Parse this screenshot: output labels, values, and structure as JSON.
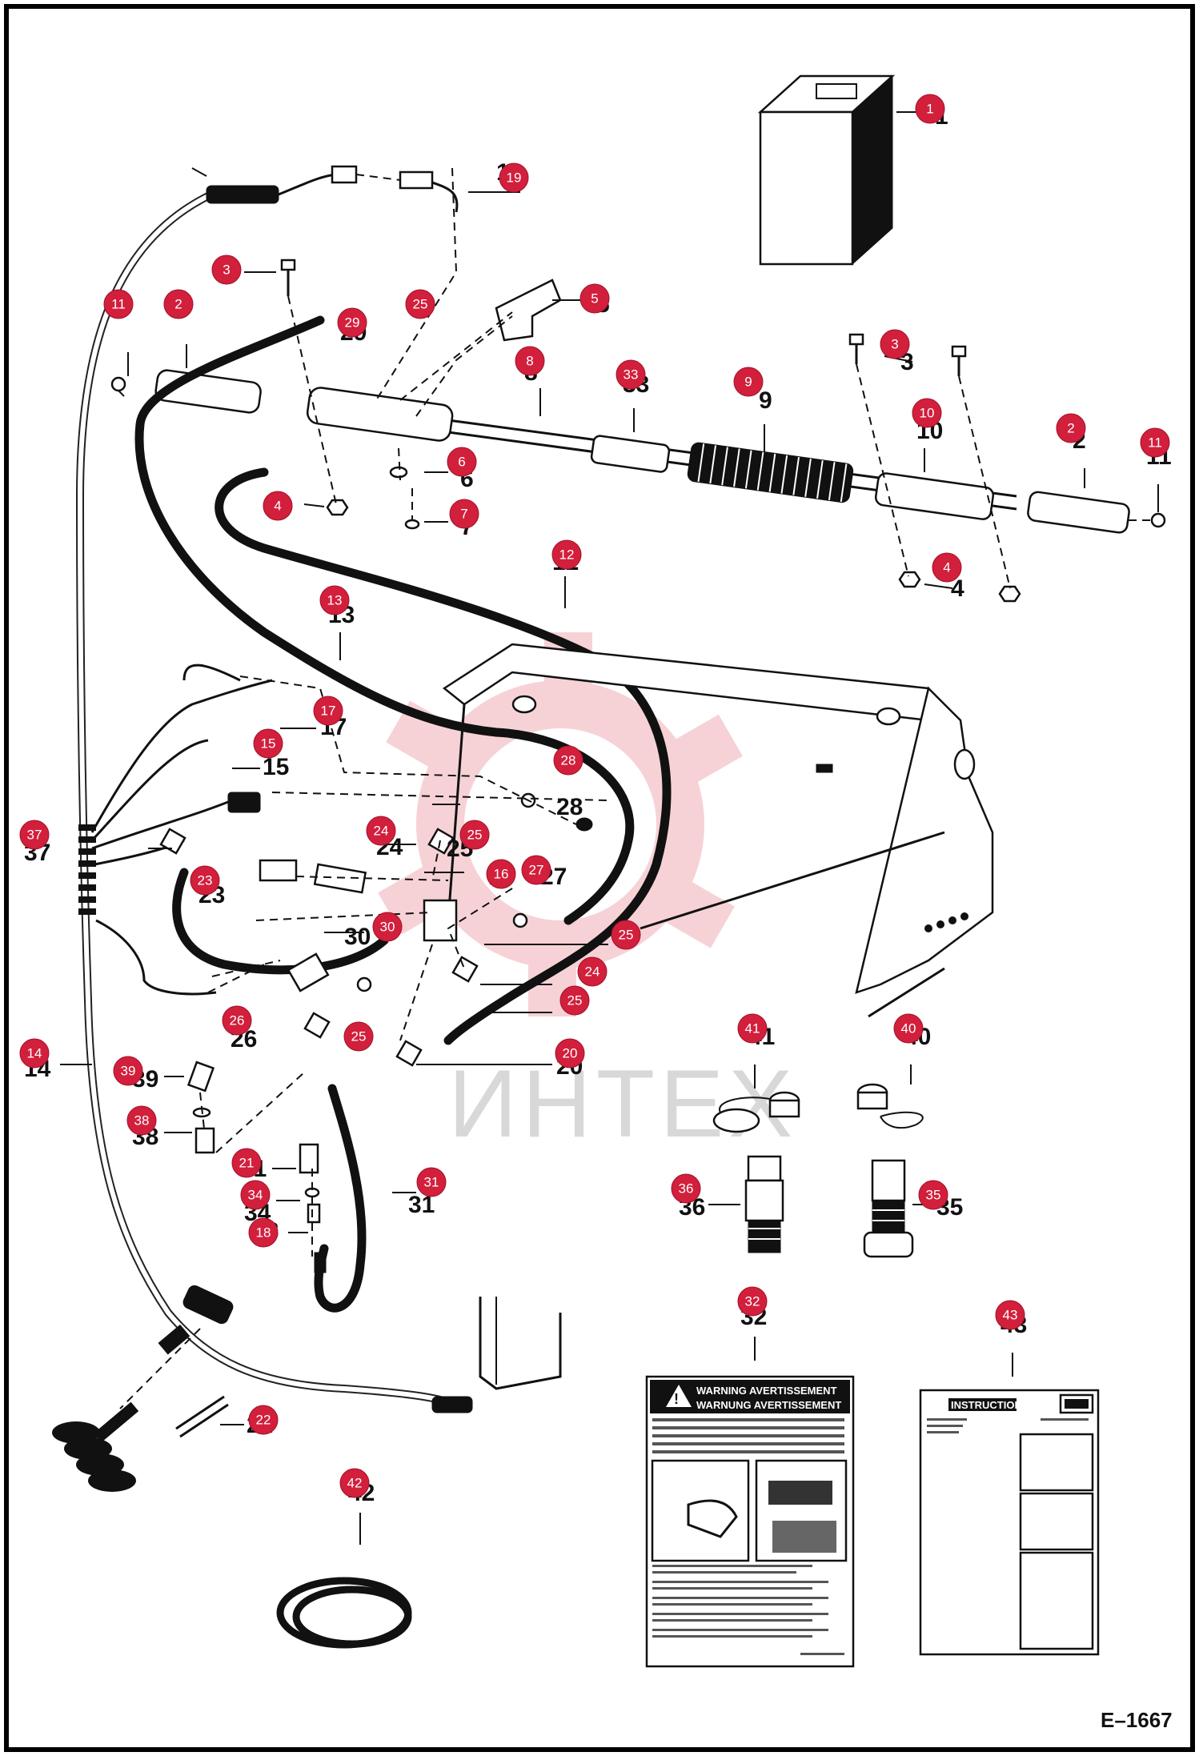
{
  "figure_ref": "E–1667",
  "watermark": "ИНТЕХ",
  "callouts": [
    {
      "id": "1",
      "label": "1"
    },
    {
      "id": "2",
      "label": "2"
    },
    {
      "id": "3",
      "label": "3"
    },
    {
      "id": "4",
      "label": "4"
    },
    {
      "id": "5",
      "label": "5"
    },
    {
      "id": "6",
      "label": "6"
    },
    {
      "id": "7",
      "label": "7"
    },
    {
      "id": "8",
      "label": "8"
    },
    {
      "id": "9",
      "label": "9"
    },
    {
      "id": "10",
      "label": "10"
    },
    {
      "id": "11",
      "label": "11"
    },
    {
      "id": "12",
      "label": "12"
    },
    {
      "id": "13",
      "label": "13"
    },
    {
      "id": "14",
      "label": "14"
    },
    {
      "id": "15",
      "label": "15"
    },
    {
      "id": "16",
      "label": "16"
    },
    {
      "id": "17",
      "label": "17"
    },
    {
      "id": "18",
      "label": "18"
    },
    {
      "id": "19",
      "label": "19"
    },
    {
      "id": "20",
      "label": "20"
    },
    {
      "id": "21",
      "label": "21"
    },
    {
      "id": "22",
      "label": "22"
    },
    {
      "id": "23",
      "label": "23"
    },
    {
      "id": "24",
      "label": "24"
    },
    {
      "id": "25",
      "label": "25"
    },
    {
      "id": "26",
      "label": "26"
    },
    {
      "id": "27",
      "label": "27"
    },
    {
      "id": "28",
      "label": "28"
    },
    {
      "id": "29",
      "label": "29"
    },
    {
      "id": "30",
      "label": "30"
    },
    {
      "id": "31",
      "label": "31"
    },
    {
      "id": "32",
      "label": "32"
    },
    {
      "id": "33",
      "label": "33"
    },
    {
      "id": "34",
      "label": "34"
    },
    {
      "id": "35",
      "label": "35"
    },
    {
      "id": "36",
      "label": "36"
    },
    {
      "id": "37",
      "label": "37"
    },
    {
      "id": "38",
      "label": "38"
    },
    {
      "id": "39",
      "label": "39"
    },
    {
      "id": "40",
      "label": "40"
    },
    {
      "id": "41",
      "label": "41"
    },
    {
      "id": "42",
      "label": "42"
    },
    {
      "id": "43",
      "label": "43"
    }
  ],
  "decal_warning": {
    "title_1": "WARNING AVERTISSEMENT",
    "title_2": "WARNUNG AVERTISSEMENT"
  },
  "decal_instructions": {
    "title": "INSTRUCTIONS"
  }
}
